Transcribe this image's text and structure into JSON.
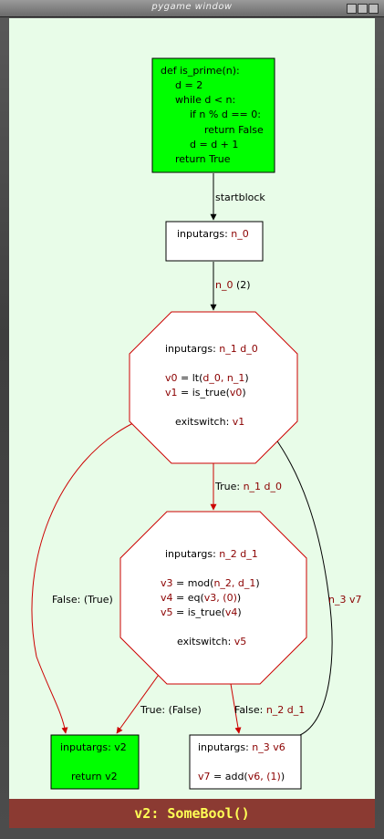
{
  "window": {
    "title": "pygame window"
  },
  "status_bar": {
    "text": "v2: SomeBool()"
  },
  "colors": {
    "canvas_bg": "#e8fce8",
    "block_green": "#00ff00",
    "variable_red": "#8b0000",
    "edge_red": "#cc0000",
    "status_bg": "#8b3a32",
    "status_text": "#ffff55"
  },
  "diagram": {
    "source_code_block": {
      "lines": [
        "def is_prime(n):",
        "d = 2",
        "while d < n:",
        "if n % d == 0:",
        "return False",
        "d = d + 1",
        "return True"
      ]
    },
    "start_block": {
      "prefix": "inputargs: ",
      "vars": "n_0"
    },
    "loop_header_block": {
      "inputargs_prefix": "inputargs: ",
      "inputargs_vars": "n_1 d_0",
      "op1_result": "v0",
      "op1_eq": " = lt(",
      "op1_args": "d_0, n_1",
      "op1_close": ")",
      "op2_result": "v1",
      "op2_eq": " = is_true(",
      "op2_args": "v0",
      "op2_close": ")",
      "exit_prefix": "exitswitch: ",
      "exit_var": "v1"
    },
    "body_block": {
      "inputargs_prefix": "inputargs: ",
      "inputargs_vars": "n_2 d_1",
      "op1_result": "v3",
      "op1_eq": " = mod(",
      "op1_args": "n_2, d_1",
      "op1_close": ")",
      "op2_result": "v4",
      "op2_eq": " = eq(",
      "op2_args": "v3, (0)",
      "op2_close": ")",
      "op3_result": "v5",
      "op3_eq": " = is_true(",
      "op3_args": "v4",
      "op3_close": ")",
      "exit_prefix": "exitswitch: ",
      "exit_var": "v5"
    },
    "return_block": {
      "inputargs": "inputargs: v2",
      "return_text": "return v2"
    },
    "increment_block": {
      "inputargs_prefix": "inputargs: ",
      "inputargs_vars": "n_3 v6",
      "op_result": "v7",
      "op_eq": " = add(",
      "op_args": "v6, (1)",
      "op_close": ")"
    },
    "edges": {
      "startblock_label": "startblock",
      "start_to_header_var": "n_0",
      "start_to_header_const": " (2)",
      "header_true_prefix": "True: ",
      "header_true_vars": "n_1 d_0",
      "header_false_label": "False: (True)",
      "body_true_label": "True: (False)",
      "body_false_prefix": "False: ",
      "body_false_vars": "n_2 d_1",
      "back_edge_vars": "n_3 v7"
    }
  }
}
